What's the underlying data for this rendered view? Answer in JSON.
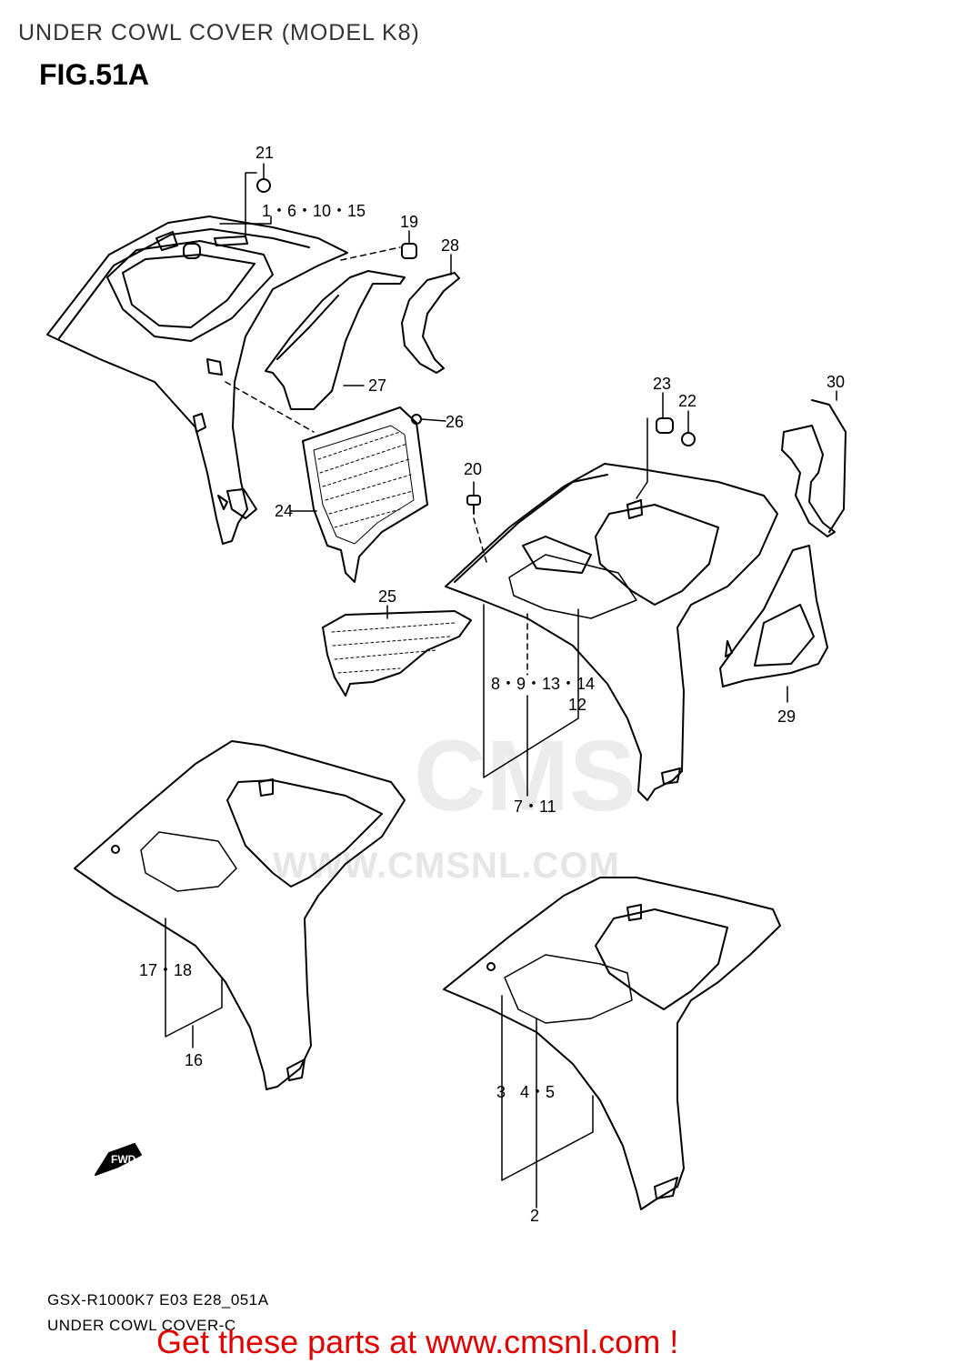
{
  "header": {
    "title": "UNDER COWL COVER (MODEL K8)",
    "figure": "FIG.51A"
  },
  "watermark": {
    "logo": "CMS",
    "url": "WWW.CMSNL.COM"
  },
  "callouts": {
    "c21": "21",
    "c1_6_10_15": "1・6・10・15",
    "c19": "19",
    "c28": "28",
    "c27": "27",
    "c26": "26",
    "c24": "24",
    "c23": "23",
    "c22": "22",
    "c30": "30",
    "c20": "20",
    "c25": "25",
    "c8_9_13_14": "8・9・13・14",
    "c12": "12",
    "c29": "29",
    "c7_11": "7・11",
    "c17_18": "17・18",
    "c16": "16",
    "c3": "3",
    "c4_5": "4・5",
    "c2": "2"
  },
  "direction_arrow": "FWD",
  "footer": {
    "model_code": "GSX-R1000K7 E03 E28_051A",
    "section": "UNDER COWL COVER-C"
  },
  "promo": "Get these parts at www.cmsnl.com !",
  "colors": {
    "promo": "#e00000",
    "line": "#000000",
    "watermark": "#e6e6e6"
  }
}
